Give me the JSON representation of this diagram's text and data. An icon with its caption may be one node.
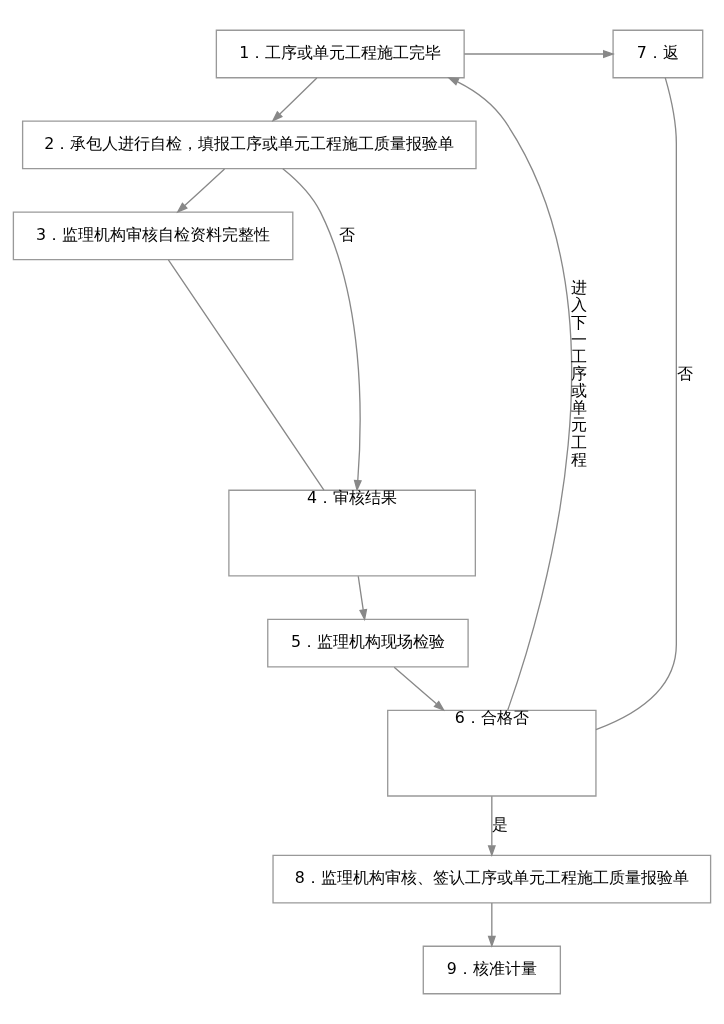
{
  "diagram": {
    "nodes": [
      {
        "text": [
          "1．工序或单元工程施工完毕"
        ]
      },
      {
        "text": [
          "2．承包人进行自检，填报工序或单元工程施工质量报验单"
        ]
      },
      {
        "text": [
          "3．监理机构审核自检资料完整性"
        ]
      },
      {
        "text": [
          "4．审核结果"
        ]
      },
      {
        "text": [
          "5．监理机构现场检验"
        ]
      },
      {
        "text": [
          "6．合格否"
        ]
      },
      {
        "text": [
          "7．返"
        ]
      },
      {
        "text": [
          "8．监理机构审核、签认工序或单元工程施工质量报验单"
        ]
      },
      {
        "text": [
          "9．核准计量"
        ]
      }
    ],
    "edges": [
      {
        "from": 0,
        "to": 6,
        "arrow": "to"
      },
      {
        "from": 0,
        "to": 1,
        "arrow": "to"
      },
      {
        "from": 1,
        "to": 2,
        "arrow": "to"
      },
      {
        "from": 2,
        "to": 3,
        "arrow": "none"
      },
      {
        "from": 1,
        "to": 3,
        "arrow": "to",
        "label": "否"
      },
      {
        "from": 3,
        "to": 4,
        "arrow": "to"
      },
      {
        "from": 4,
        "to": 5,
        "arrow": "to"
      },
      {
        "from": 5,
        "to": 7,
        "arrow": "to",
        "label": "是"
      },
      {
        "from": 5,
        "to": 6,
        "arrow": "none",
        "label": "否"
      },
      {
        "from": 5,
        "to": 0,
        "arrow": "to",
        "label": "进入下一工序或单元工程"
      },
      {
        "from": 7,
        "to": 8,
        "arrow": "to"
      }
    ]
  }
}
